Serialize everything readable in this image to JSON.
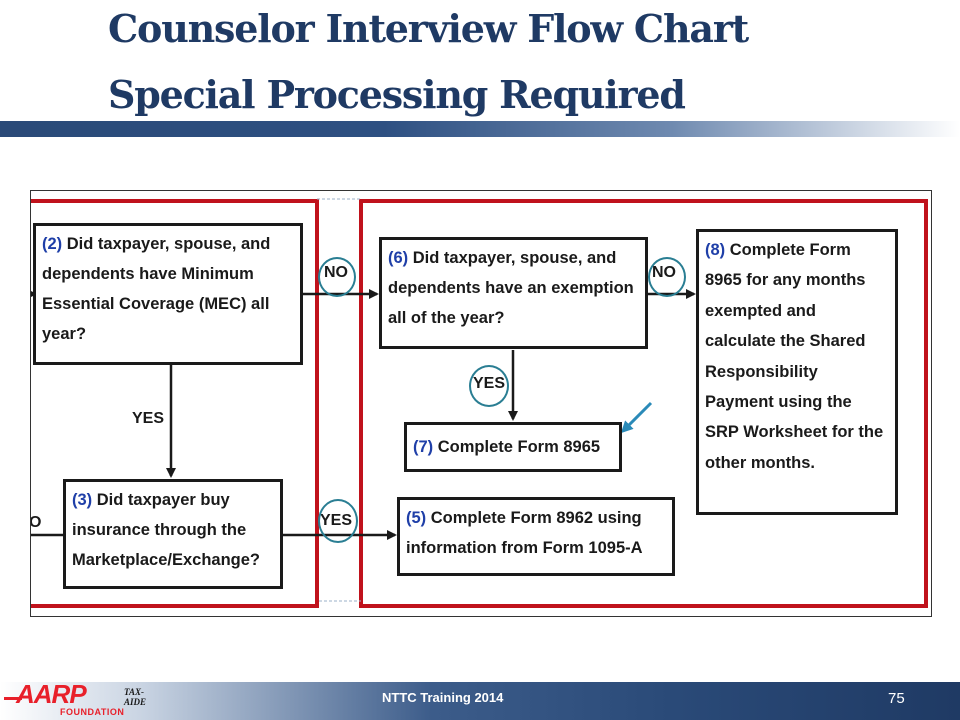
{
  "title": {
    "line1": "Counselor Interview Flow Chart",
    "line2": "Special Processing Required"
  },
  "flowchart": {
    "box2": {
      "num": "(2)",
      "text": " Did taxpayer, spouse, and dependents have Minimum Essential Coverage (MEC) all year?"
    },
    "box3": {
      "num": "(3)",
      "text": " Did taxpayer buy insurance through the Marketplace/Exchange?"
    },
    "box6": {
      "num": "(6)",
      "text": " Did taxpayer, spouse, and dependents have an exemption all of the year?"
    },
    "box7": {
      "num": "(7)",
      "text": " Complete Form 8965"
    },
    "box5": {
      "num": "(5)",
      "text": " Complete Form 8962 using information from Form 1095-A"
    },
    "box8": {
      "num": "(8)",
      "text": " Complete Form 8965 for any months exempted and calculate the Shared Responsibility Payment using the SRP Worksheet for the other months."
    },
    "labels": {
      "no_2_6": "NO",
      "no_6_8": "NO",
      "yes_2_3": "YES",
      "yes_6_7": "YES",
      "yes_3_5": "YES",
      "cut_off": "O"
    },
    "colors": {
      "frame_red": "#c0121c",
      "number_blue": "#1f3fa8",
      "highlight_teal": "#2a7e93",
      "arrow_blue": "#2a8ab8"
    }
  },
  "footer": {
    "logo_text": "AARP",
    "logo_tag": "TAX-AIDE",
    "logo_sub": "FOUNDATION",
    "center_text": "NTTC Training 2014",
    "page_number": "75"
  }
}
